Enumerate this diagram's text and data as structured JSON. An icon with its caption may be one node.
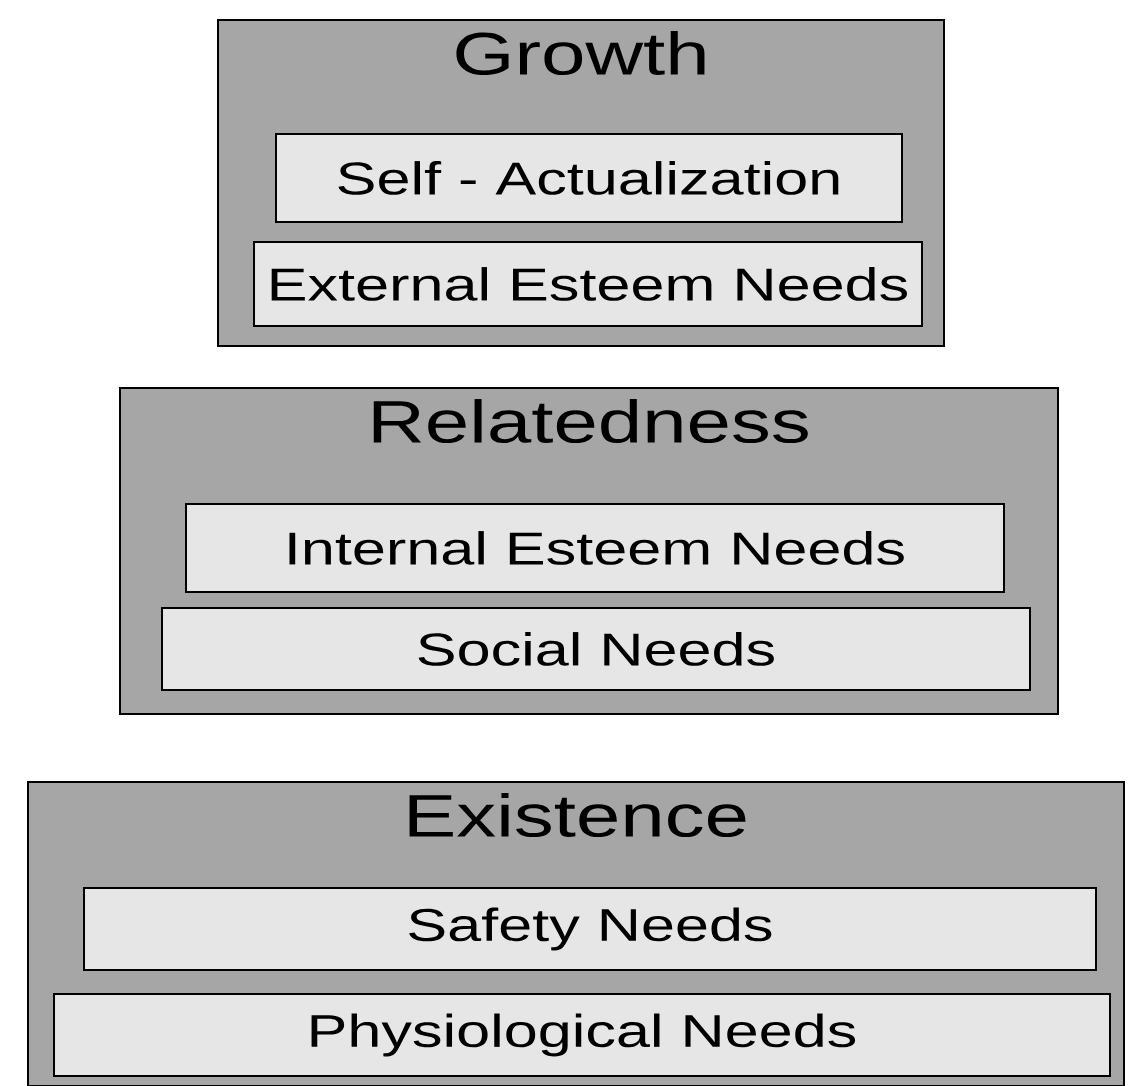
{
  "diagram": {
    "nodes": [
      {
        "text": [
          "Growth"
        ]
      },
      {
        "text": [
          "Self - Actualization"
        ],
        "in": 0
      },
      {
        "text": [
          "External Esteem Needs"
        ],
        "in": 0
      },
      {
        "text": [
          "Relatedness"
        ]
      },
      {
        "text": [
          "Internal Esteem Needs"
        ],
        "in": 3
      },
      {
        "text": [
          "Social Needs"
        ],
        "in": 3
      },
      {
        "text": [
          "Existence"
        ]
      },
      {
        "text": [
          "Safety Needs"
        ],
        "in": 6
      },
      {
        "text": [
          "Physiological Needs"
        ],
        "in": 6
      }
    ]
  }
}
